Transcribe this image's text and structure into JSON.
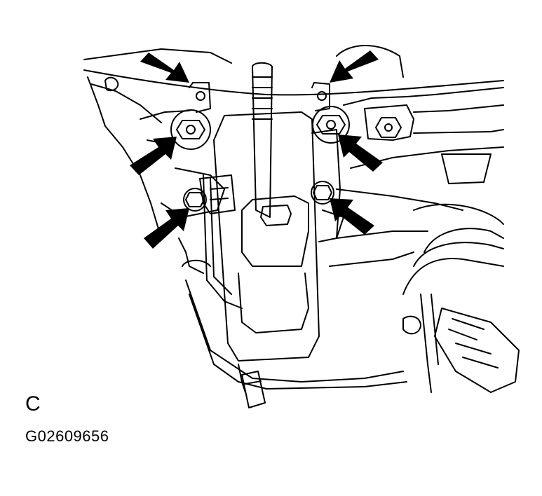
{
  "figure": {
    "view_label": "C",
    "figure_id": "G02609656"
  },
  "illustration": {
    "subject": "shift-lever-bracket-assembly",
    "arrow_count": 6,
    "line_color": "#000000",
    "background_color": "#ffffff"
  }
}
